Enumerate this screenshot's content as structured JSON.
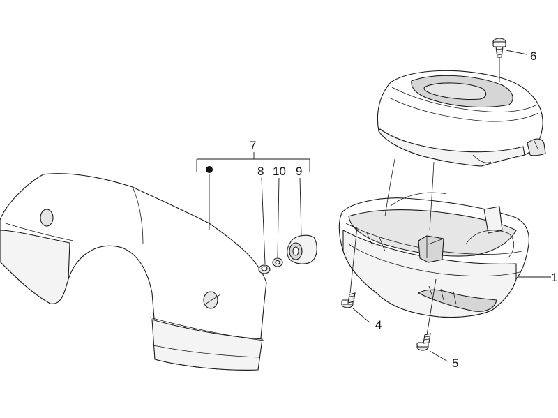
{
  "callouts": {
    "part_1": "1",
    "part_4": "4",
    "part_5": "5",
    "part_6": "6",
    "part_7": "7",
    "part_8": "8",
    "part_9": "9",
    "part_10": "10"
  },
  "colors": {
    "line": "#1a1a1a",
    "background": "#ffffff",
    "shade_light": "#f4f4f4",
    "shade_mid": "#e6e6e6",
    "shade_dark": "#d6d6d6"
  }
}
